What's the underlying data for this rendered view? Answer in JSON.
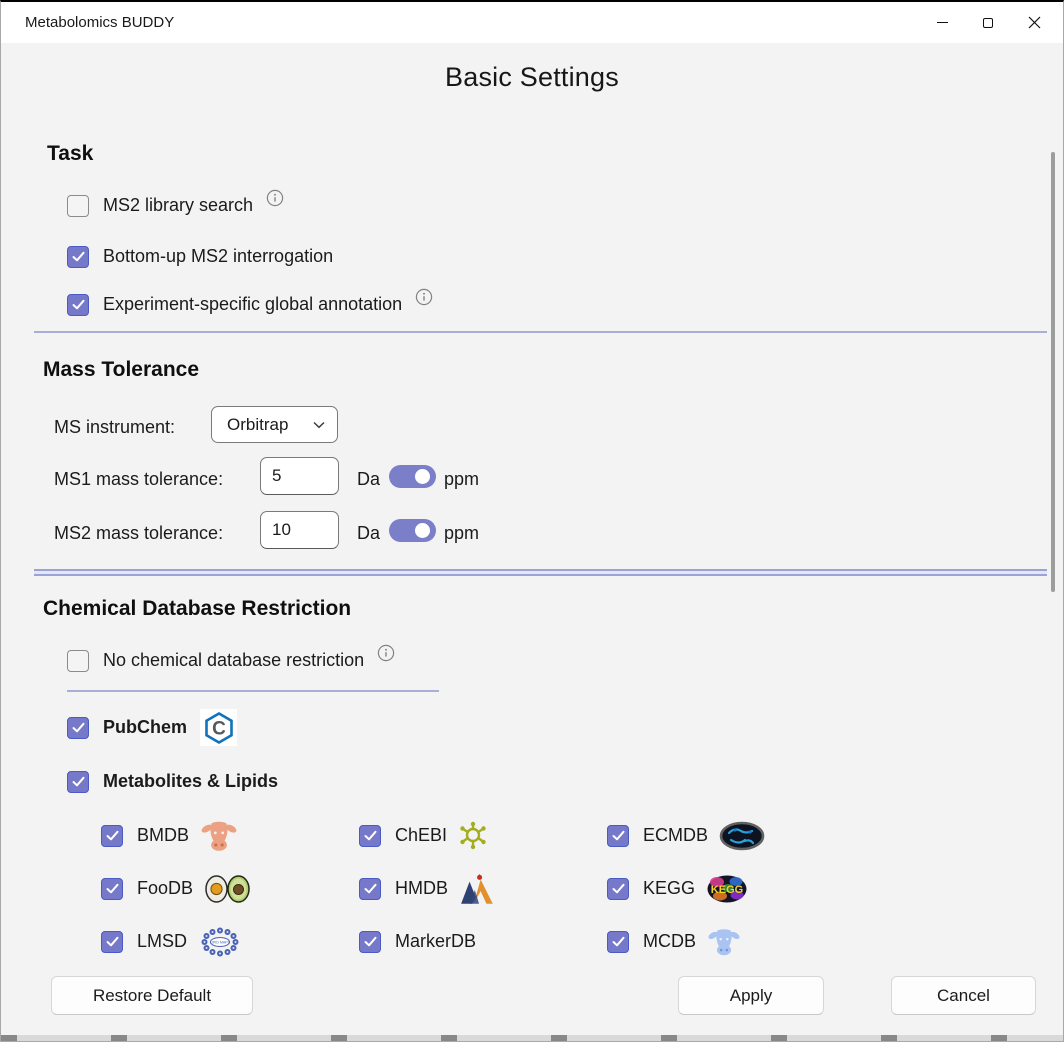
{
  "window": {
    "title": "Metabolomics BUDDY"
  },
  "page": {
    "title": "Basic Settings"
  },
  "icons": {
    "minimize": "minus-shape",
    "maximize": "square-outline",
    "close": "x-cross",
    "info": "circle-i",
    "chevron_down": "v-chevron",
    "check": "white-tick",
    "pubchem": "blue-hexagon-C",
    "bmdb": "orange-cow-face",
    "chebi": "olive-molecule",
    "ecmdb": "dark-oval-bacteria",
    "foodb": "egg-and-avocado",
    "hmdb": "mountain-m-droplet",
    "kegg": "colorful-oval-kegg",
    "lmsd": "ring-of-dots-lipidmaps",
    "mcdb": "blue-cow-face"
  },
  "task": {
    "heading": "Task",
    "items": [
      {
        "label": "MS2 library search",
        "checked": false,
        "info": true
      },
      {
        "label": "Bottom-up MS2 interrogation",
        "checked": true,
        "info": false
      },
      {
        "label": "Experiment-specific global annotation",
        "checked": true,
        "info": true
      }
    ]
  },
  "mass": {
    "heading": "Mass Tolerance",
    "instrument": {
      "label": "MS instrument:",
      "value": "Orbitrap"
    },
    "rows": [
      {
        "label": "MS1 mass tolerance:",
        "value": "5",
        "unit_left": "Da",
        "unit_right": "ppm",
        "selected": "ppm"
      },
      {
        "label": "MS2 mass tolerance:",
        "value": "10",
        "unit_left": "Da",
        "unit_right": "ppm",
        "selected": "ppm"
      }
    ]
  },
  "chem": {
    "heading": "Chemical Database Restriction",
    "no_restriction": {
      "label": "No chemical database restriction",
      "checked": false,
      "info": true
    },
    "pubchem": {
      "label": "PubChem",
      "checked": true
    },
    "group": {
      "label": "Metabolites & Lipids",
      "checked": true
    },
    "databases": [
      {
        "label": "BMDB",
        "checked": true
      },
      {
        "label": "ChEBI",
        "checked": true
      },
      {
        "label": "ECMDB",
        "checked": true
      },
      {
        "label": "FooDB",
        "checked": true
      },
      {
        "label": "HMDB",
        "checked": true
      },
      {
        "label": "KEGG",
        "checked": true
      },
      {
        "label": "LMSD",
        "checked": true
      },
      {
        "label": "MarkerDB",
        "checked": true
      },
      {
        "label": "MCDB",
        "checked": true
      }
    ]
  },
  "footer": {
    "restore": "Restore Default",
    "apply": "Apply",
    "cancel": "Cancel"
  },
  "colors": {
    "accent": "#7678c9",
    "accent_border": "#4a5cc4",
    "divider": "#a9aed9",
    "toggle": "#7b7ec9",
    "background": "#f3f3f3"
  }
}
